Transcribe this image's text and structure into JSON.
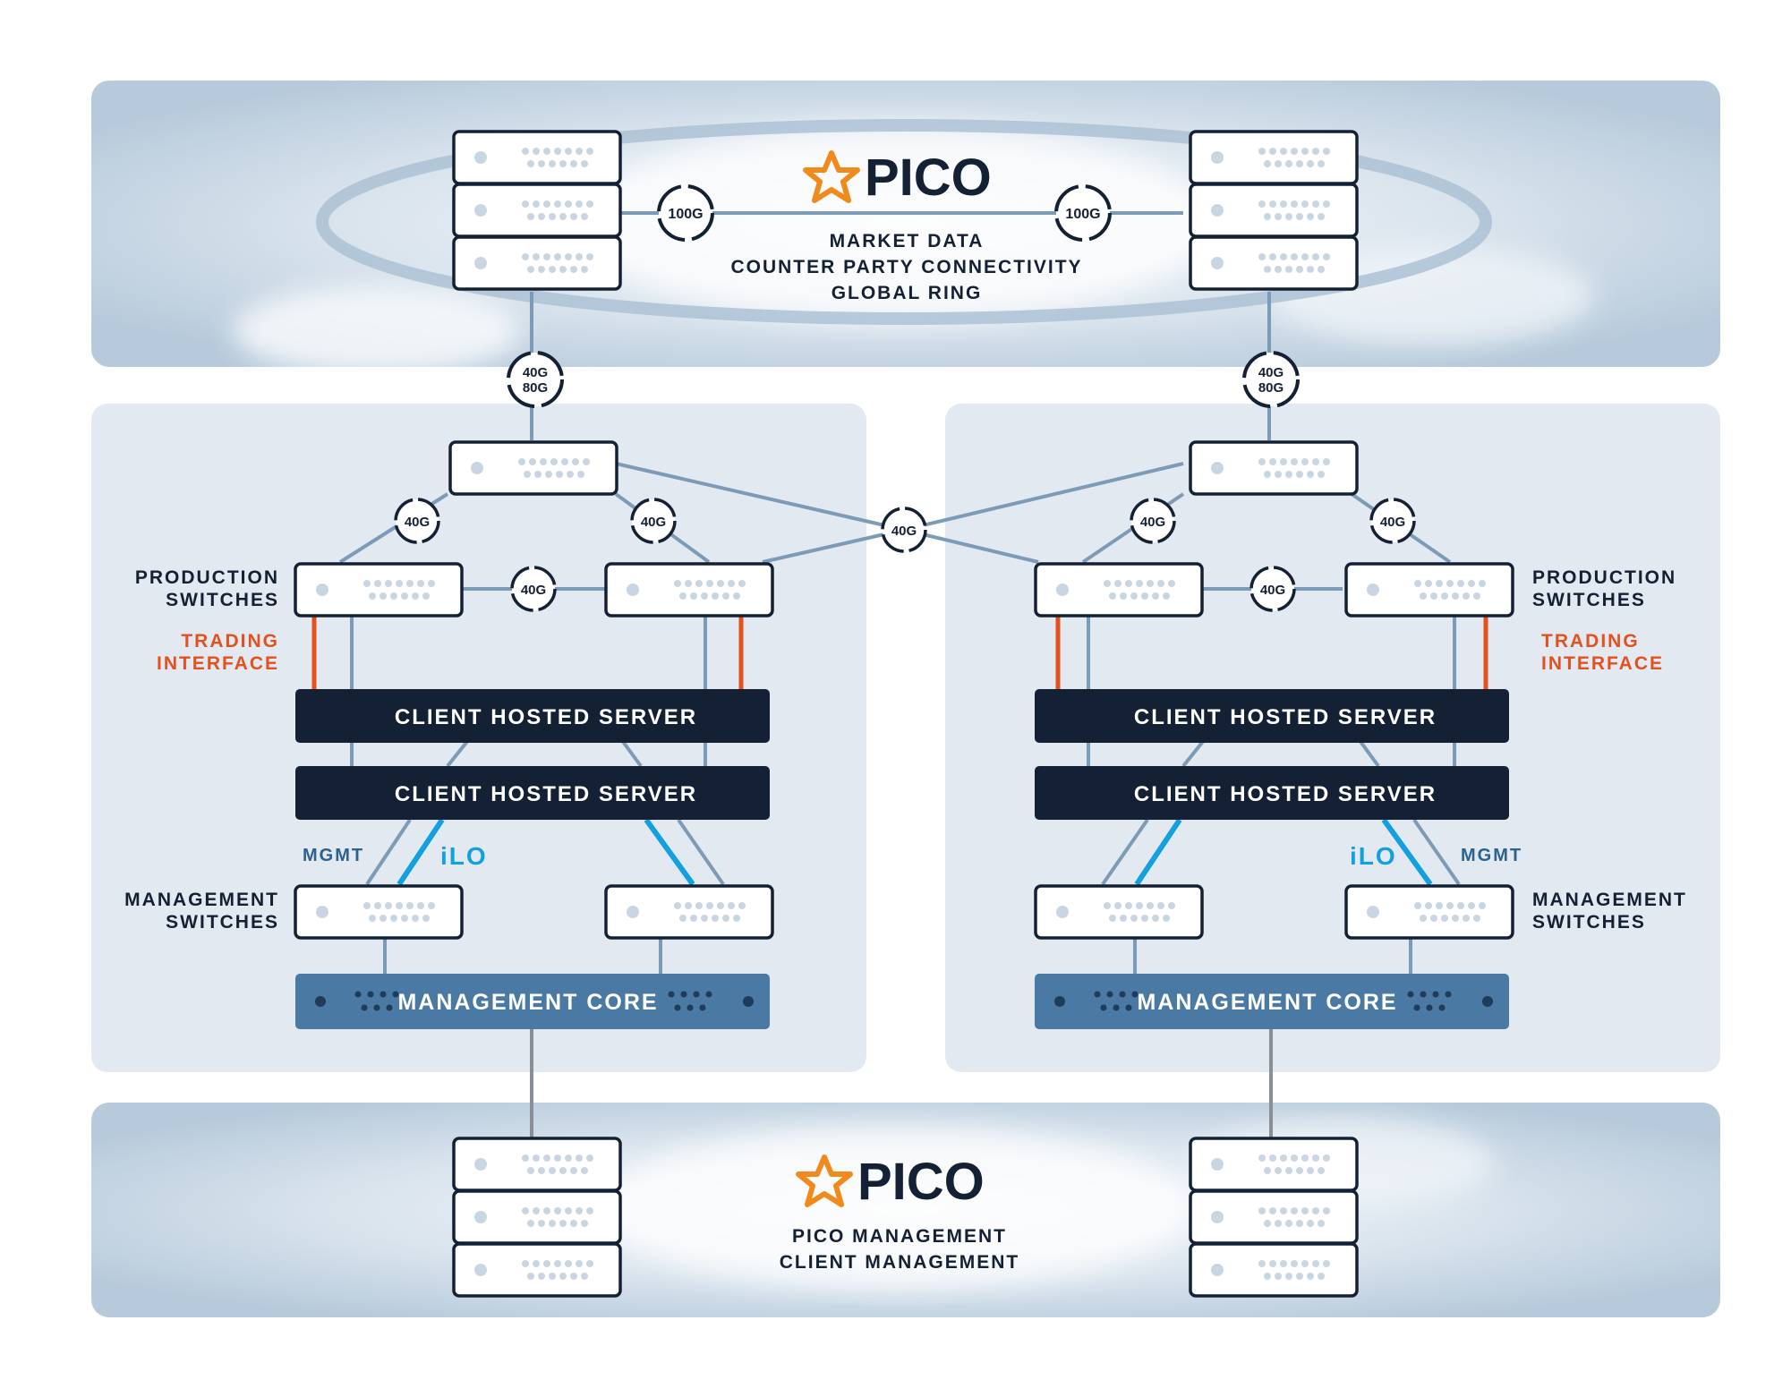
{
  "colors": {
    "navy": "#142033",
    "line": "#7c9bb7",
    "orange": "#e2511e",
    "ilo_blue": "#12a0e0",
    "mgmt_text": "#2b6290",
    "mgmt_core": "#4a7aa3",
    "panel": "#e3e9f0",
    "cloud": "#c3d3e1",
    "server_dot": "#c9d6e2"
  },
  "top_panel": {
    "brand": "PICO",
    "lines": [
      "MARKET DATA",
      "COUNTER PARTY CONNECTIVITY",
      "GLOBAL RING"
    ],
    "link_left": "100G",
    "link_right": "100G"
  },
  "uplinks": {
    "left": [
      "40G",
      "80G"
    ],
    "right": [
      "40G",
      "80G"
    ]
  },
  "cross_link": "40G",
  "left_site": {
    "agg_links": [
      "40G",
      "40G"
    ],
    "inter_link": "40G",
    "production_label": [
      "PRODUCTION",
      "SWITCHES"
    ],
    "trading_label": [
      "TRADING",
      "INTERFACE"
    ],
    "servers": [
      "CLIENT HOSTED SERVER",
      "CLIENT HOSTED SERVER"
    ],
    "mgmt_label": "MGMT",
    "ilo_label": "iLO",
    "management_label": [
      "MANAGEMENT",
      "SWITCHES"
    ],
    "core": "MANAGEMENT CORE"
  },
  "right_site": {
    "agg_links": [
      "40G",
      "40G"
    ],
    "inter_link": "40G",
    "production_label": [
      "PRODUCTION",
      "SWITCHES"
    ],
    "trading_label": [
      "TRADING",
      "INTERFACE"
    ],
    "servers": [
      "CLIENT HOSTED SERVER",
      "CLIENT HOSTED SERVER"
    ],
    "mgmt_label": "MGMT",
    "ilo_label": "iLO",
    "management_label": [
      "MANAGEMENT",
      "SWITCHES"
    ],
    "core": "MANAGEMENT CORE"
  },
  "bottom_panel": {
    "brand": "PICO",
    "lines": [
      "PICO MANAGEMENT",
      "CLIENT MANAGEMENT"
    ]
  }
}
